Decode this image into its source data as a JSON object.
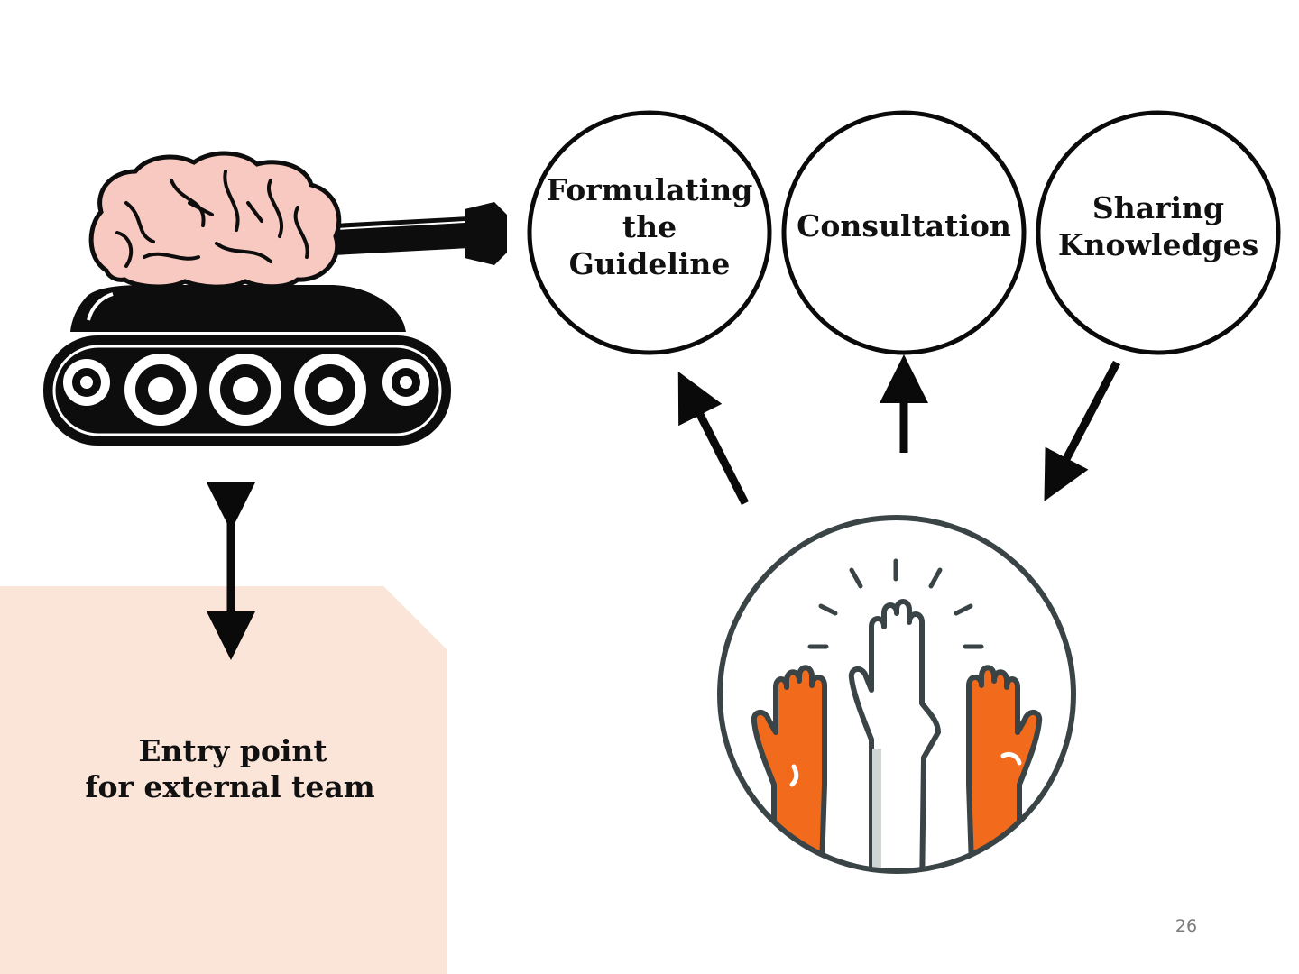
{
  "circles": [
    {
      "id": "formulating",
      "lines": [
        "Formulating",
        "the",
        "Guideline"
      ]
    },
    {
      "id": "consultation",
      "lines": [
        "Consultation"
      ]
    },
    {
      "id": "sharing",
      "lines": [
        "Sharing",
        "Knowledges"
      ]
    }
  ],
  "entry_box": {
    "lines": [
      "Entry point",
      "for external team"
    ]
  },
  "page_number": "26",
  "colors": {
    "entry_box_fill": "#fbe4d8",
    "brain_fill": "#f7c9c0",
    "tank_fill": "#0d0d0d",
    "hand_orange": "#f26a1b",
    "hand_gray": "#3a4446"
  },
  "icons": [
    "brain-tank-icon",
    "raised-hands-icon"
  ]
}
